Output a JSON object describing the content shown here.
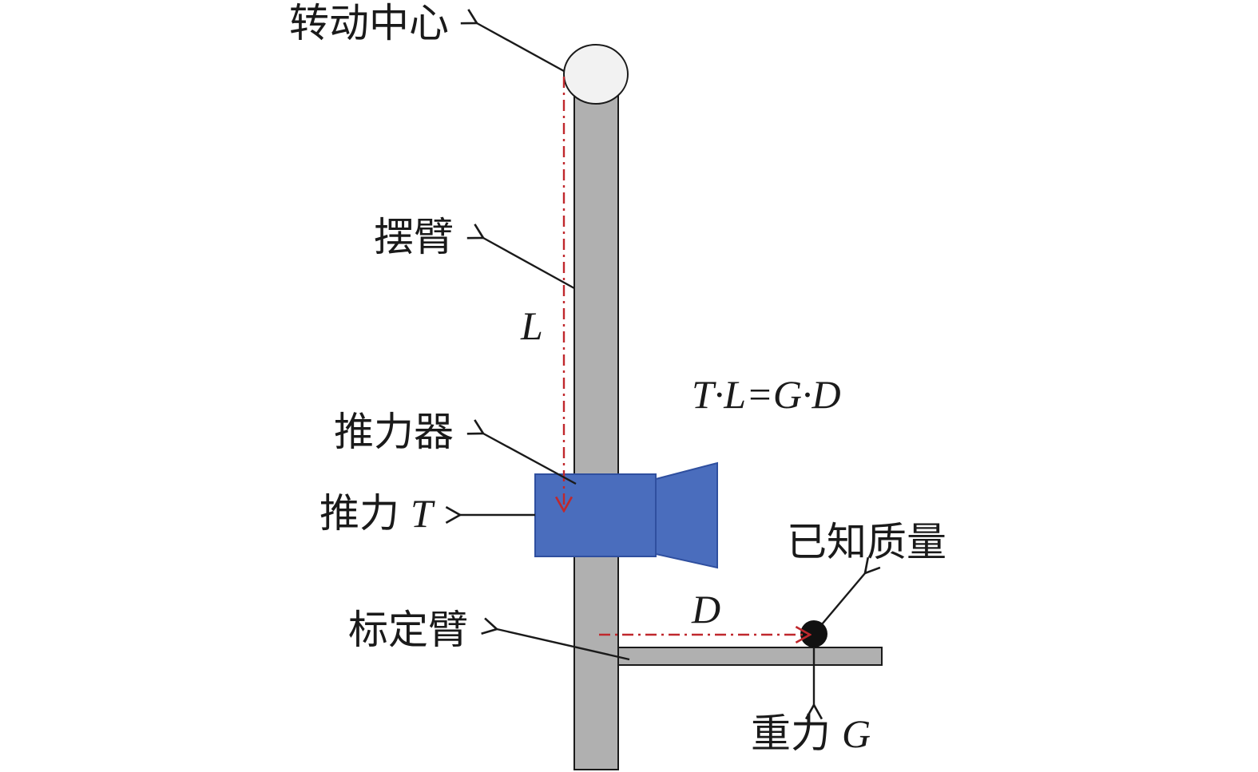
{
  "colors": {
    "arm": "#b0b0b0",
    "arm_stroke": "#1a1a1a",
    "pivot": "#f2f2f2",
    "thruster": "#4a6dbd",
    "thruster_stroke": "#2f4f9f",
    "dim_line": "#c0282d",
    "mass": "#111111",
    "arrow": "#1a1a1a"
  },
  "labels": {
    "pivot": "转动中心",
    "swing_arm": "摆臂",
    "thruster": "推力器",
    "thrust": "推力",
    "calibration_arm": "标定臂",
    "known_mass": "已知质量",
    "gravity": "重力"
  },
  "symbols": {
    "L": "L",
    "T": "T",
    "D": "D",
    "G": "G"
  },
  "equation": "T·L=G·D"
}
